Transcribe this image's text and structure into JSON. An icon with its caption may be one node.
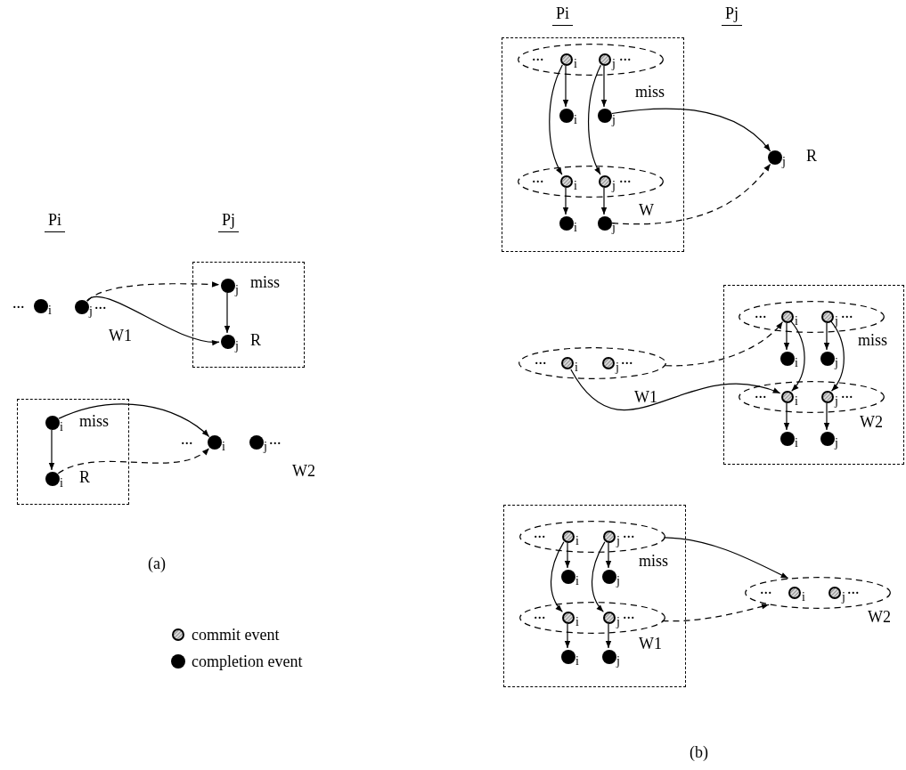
{
  "diagram": {
    "nodes": [
      {
        "text": [],
        "shape": "disc",
        "beside": [
          "i"
        ]
      },
      {
        "text": [],
        "shape": "disc",
        "beside": [
          "j"
        ]
      },
      {
        "text": [
          "miss",
          "R"
        ]
      },
      {
        "text": [],
        "shape": "disc",
        "beside": [
          "j"
        ],
        "in": 2
      },
      {
        "text": [],
        "shape": "disc",
        "beside": [
          "j"
        ],
        "in": 2
      },
      {
        "text": [
          "miss",
          "R"
        ]
      },
      {
        "text": [],
        "shape": "disc",
        "beside": [
          "i"
        ],
        "in": 5
      },
      {
        "text": [],
        "shape": "disc",
        "beside": [
          "i"
        ],
        "in": 5
      },
      {
        "text": [],
        "shape": "disc",
        "beside": [
          "i"
        ]
      },
      {
        "text": [],
        "shape": "disc",
        "beside": [
          "j"
        ]
      },
      {
        "text": [],
        "shape": "box"
      },
      {
        "text": [
          "...",
          "..."
        ],
        "beside": [
          "miss"
        ],
        "in": 10
      },
      {
        "text": [],
        "shape": "circle",
        "beside": [
          "i"
        ],
        "in": 11
      },
      {
        "text": [],
        "shape": "circle",
        "beside": [
          "j"
        ],
        "in": 11
      },
      {
        "text": [],
        "shape": "disc",
        "beside": [
          "i"
        ],
        "in": 10
      },
      {
        "text": [],
        "shape": "disc",
        "beside": [
          "j"
        ],
        "in": 10
      },
      {
        "text": [
          "...",
          "..."
        ],
        "beside": [
          "W"
        ],
        "in": 10
      },
      {
        "text": [],
        "shape": "circle",
        "beside": [
          "i"
        ],
        "in": 16
      },
      {
        "text": [],
        "shape": "circle",
        "beside": [
          "j"
        ],
        "in": 16
      },
      {
        "text": [],
        "shape": "disc",
        "beside": [
          "i"
        ],
        "in": 10
      },
      {
        "text": [],
        "shape": "disc",
        "beside": [
          "j"
        ],
        "in": 10
      },
      {
        "text": [],
        "shape": "disc",
        "beside": [
          "j",
          "R"
        ]
      },
      {
        "text": [
          "...",
          "..."
        ],
        "beside": [
          "W1"
        ]
      },
      {
        "text": [],
        "shape": "circle",
        "beside": [
          "i"
        ],
        "in": 22
      },
      {
        "text": [],
        "shape": "circle",
        "beside": [
          "j"
        ],
        "in": 22
      },
      {
        "text": [],
        "shape": "box"
      },
      {
        "text": [
          "...",
          "..."
        ],
        "beside": [
          "miss"
        ],
        "in": 25
      },
      {
        "text": [],
        "shape": "circle",
        "beside": [
          "i"
        ],
        "in": 26
      },
      {
        "text": [],
        "shape": "circle",
        "beside": [
          "j"
        ],
        "in": 26
      },
      {
        "text": [],
        "shape": "disc",
        "beside": [
          "i"
        ],
        "in": 25
      },
      {
        "text": [],
        "shape": "disc",
        "beside": [
          "j"
        ],
        "in": 25
      },
      {
        "text": [
          "...",
          "..."
        ],
        "beside": [
          "W2"
        ],
        "in": 25
      },
      {
        "text": [],
        "shape": "circle",
        "beside": [
          "i"
        ],
        "in": 31
      },
      {
        "text": [],
        "shape": "circle",
        "beside": [
          "j"
        ],
        "in": 31
      },
      {
        "text": [],
        "shape": "disc",
        "beside": [
          "i"
        ],
        "in": 25
      },
      {
        "text": [],
        "shape": "disc",
        "beside": [
          "j"
        ],
        "in": 25
      },
      {
        "text": [],
        "shape": "box"
      },
      {
        "text": [
          "...",
          "..."
        ],
        "beside": [
          "miss"
        ],
        "in": 36
      },
      {
        "text": [],
        "shape": "circle",
        "beside": [
          "i"
        ],
        "in": 37
      },
      {
        "text": [],
        "shape": "circle",
        "beside": [
          "j"
        ],
        "in": 37
      },
      {
        "text": [],
        "shape": "disc",
        "beside": [
          "i"
        ],
        "in": 36
      },
      {
        "text": [],
        "shape": "disc",
        "beside": [
          "j"
        ],
        "in": 36
      },
      {
        "text": [
          "...",
          "..."
        ],
        "beside": [
          "W1"
        ],
        "in": 36
      },
      {
        "text": [],
        "shape": "circle",
        "beside": [
          "i"
        ],
        "in": 42
      },
      {
        "text": [],
        "shape": "circle",
        "beside": [
          "j"
        ],
        "in": 42
      },
      {
        "text": [],
        "shape": "disc",
        "beside": [
          "i"
        ],
        "in": 36
      },
      {
        "text": [],
        "shape": "disc",
        "beside": [
          "j"
        ],
        "in": 36
      },
      {
        "text": [
          "...",
          "..."
        ],
        "beside": [
          "W2"
        ]
      },
      {
        "text": [],
        "shape": "circle",
        "beside": [
          "i"
        ],
        "in": 47
      },
      {
        "text": [],
        "shape": "circle",
        "beside": [
          "j"
        ],
        "in": 47
      }
    ],
    "edges": [
      {
        "from": 1,
        "to": 3,
        "arrow": "to",
        "style": "dashed"
      },
      {
        "from": 1,
        "to": 4,
        "arrow": "to"
      },
      {
        "from": 3,
        "to": 4,
        "arrow": "to"
      },
      {
        "from": 6,
        "to": 7,
        "arrow": "to"
      },
      {
        "from": 6,
        "to": 8,
        "arrow": "to"
      },
      {
        "from": 7,
        "to": 8,
        "arrow": "to",
        "style": "dashed"
      },
      {
        "from": 12,
        "to": 14,
        "arrow": "to"
      },
      {
        "from": 13,
        "to": 15,
        "arrow": "to"
      },
      {
        "from": 12,
        "to": 17,
        "arrow": "to"
      },
      {
        "from": 13,
        "to": 18,
        "arrow": "to"
      },
      {
        "from": 17,
        "to": 19,
        "arrow": "to"
      },
      {
        "from": 18,
        "to": 20,
        "arrow": "to"
      },
      {
        "from": 15,
        "to": 21,
        "arrow": "to"
      },
      {
        "from": 20,
        "to": 21,
        "arrow": "to",
        "style": "dashed"
      },
      {
        "from": 23,
        "to": 32,
        "arrow": "to"
      },
      {
        "from": 22,
        "to": 27,
        "arrow": "to",
        "style": "dashed"
      },
      {
        "from": 27,
        "to": 29,
        "arrow": "to"
      },
      {
        "from": 28,
        "to": 30,
        "arrow": "to"
      },
      {
        "from": 27,
        "to": 32,
        "arrow": "to"
      },
      {
        "from": 28,
        "to": 33,
        "arrow": "to"
      },
      {
        "from": 32,
        "to": 34,
        "arrow": "to"
      },
      {
        "from": 33,
        "to": 35,
        "arrow": "to"
      },
      {
        "from": 38,
        "to": 40,
        "arrow": "to"
      },
      {
        "from": 39,
        "to": 41,
        "arrow": "to"
      },
      {
        "from": 38,
        "to": 43,
        "arrow": "to"
      },
      {
        "from": 39,
        "to": 44,
        "arrow": "to"
      },
      {
        "from": 43,
        "to": 45,
        "arrow": "to"
      },
      {
        "from": 44,
        "to": 46,
        "arrow": "to"
      },
      {
        "from": 37,
        "to": 47,
        "arrow": "to"
      },
      {
        "from": 42,
        "to": 47,
        "arrow": "to",
        "style": "dashed"
      }
    ],
    "labels": [
      "Pi",
      "Pj",
      "Pi",
      "Pj",
      "...",
      "...",
      "W1",
      "...",
      "...",
      "W2",
      "(a)",
      "(b)"
    ],
    "legend": [
      {
        "text": "commit event"
      },
      {
        "text": "completion event"
      }
    ]
  }
}
